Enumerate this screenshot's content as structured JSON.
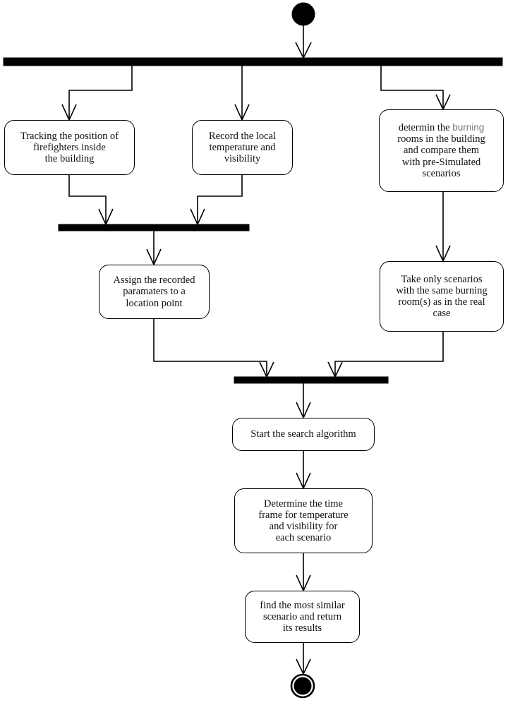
{
  "diagram": {
    "type": "uml-activity-diagram",
    "title": "",
    "background_color": "#ffffff",
    "line_color": "#000000",
    "text_color": "#111111",
    "highlight_color": "#777777",
    "nodes": {
      "initial": {
        "kind": "initial-node",
        "label": ""
      },
      "final": {
        "kind": "final-node",
        "label": ""
      },
      "fork_top": {
        "kind": "fork-bar",
        "label": ""
      },
      "join_left": {
        "kind": "join-bar",
        "label": ""
      },
      "join_center": {
        "kind": "join-bar",
        "label": ""
      }
    },
    "activities": [
      {
        "id": "track-position",
        "text": "Tracking the position of\nfirefighters inside\nthe building"
      },
      {
        "id": "record-local",
        "text": "Record the local\ntemperature and\nvisibility"
      },
      {
        "id": "determine-burning-rooms",
        "text_before": "determin the ",
        "text_highlight": "burning",
        "text_after": "\nrooms in the building\nand compare them\nwith pre-Simulated\nscenarios"
      },
      {
        "id": "assign-parameters",
        "text": "Assign the recorded\nparamaters to a\nlocation point"
      },
      {
        "id": "take-scenarios",
        "text": "Take only scenarios\nwith the same burning\nroom(s) as in the real\ncase"
      },
      {
        "id": "start-search",
        "text": "Start the search algorithm"
      },
      {
        "id": "determine-time-frame",
        "text": "Determine the time\nframe for temperature\nand visibility for\neach scenario"
      },
      {
        "id": "find-similar",
        "text": "find the most similar\nscenario and return\nits results"
      }
    ]
  }
}
